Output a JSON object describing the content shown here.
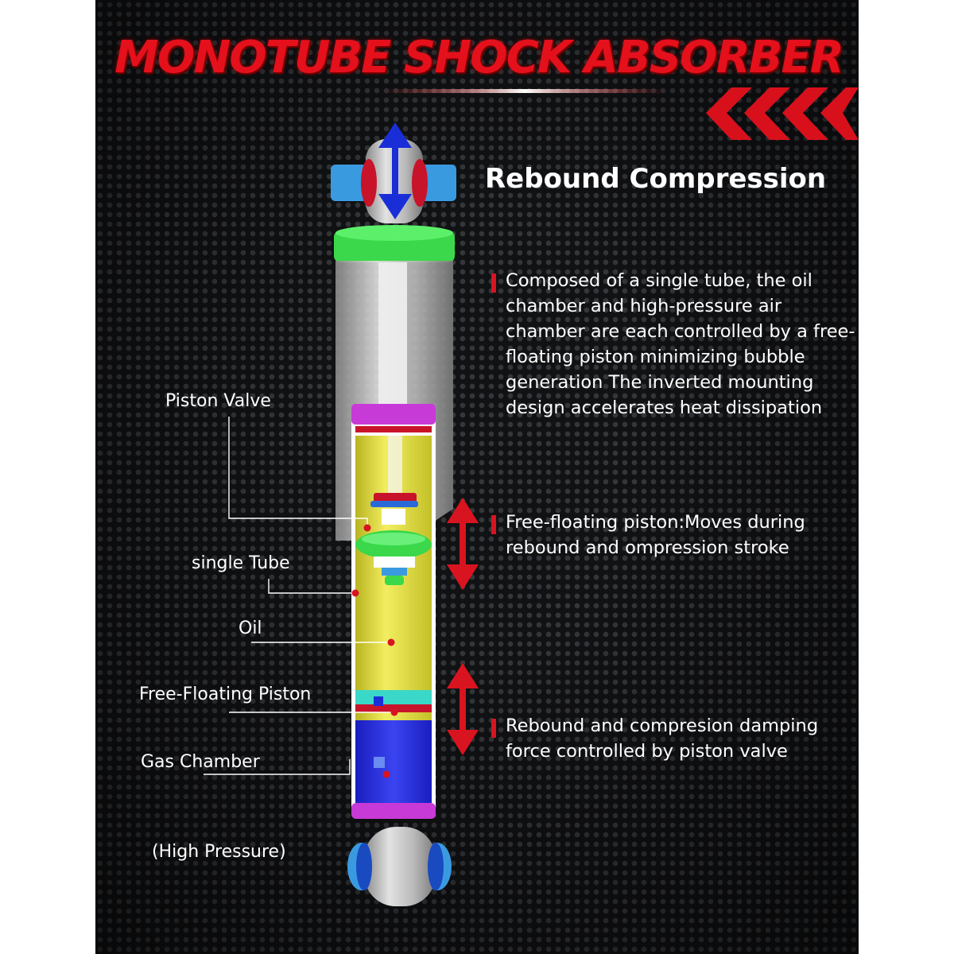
{
  "title": "MONOTUBE SHOCK ABSORBER",
  "heading": "Rebound Compression",
  "descriptions": [
    "Composed of a single tube, the oil chamber and high-pressure air chamber are each controlled by a free-floating piston minimizing bubble generation The inverted mounting design accelerates heat dissipation",
    "Free-floating piston:Moves during rebound and ompression stroke",
    "Rebound and compresion damping force controlled by piston valve"
  ],
  "labels": {
    "piston_valve": "Piston Valve",
    "single_tube": "single Tube",
    "oil": "Oil",
    "free_floating_piston": "Free-Floating Piston",
    "gas_chamber": "Gas Chamber",
    "high_pressure": "(High Pressure)"
  },
  "colors": {
    "accent_red": "#e4101c",
    "oil_yellow": "#e8e43a",
    "gas_blue": "#2a2ee0",
    "cap_green": "#3ad84a",
    "end_magenta": "#c83ad8",
    "bushing_blue": "#3a9ae0",
    "arrow_blue": "#1a2ed8"
  }
}
